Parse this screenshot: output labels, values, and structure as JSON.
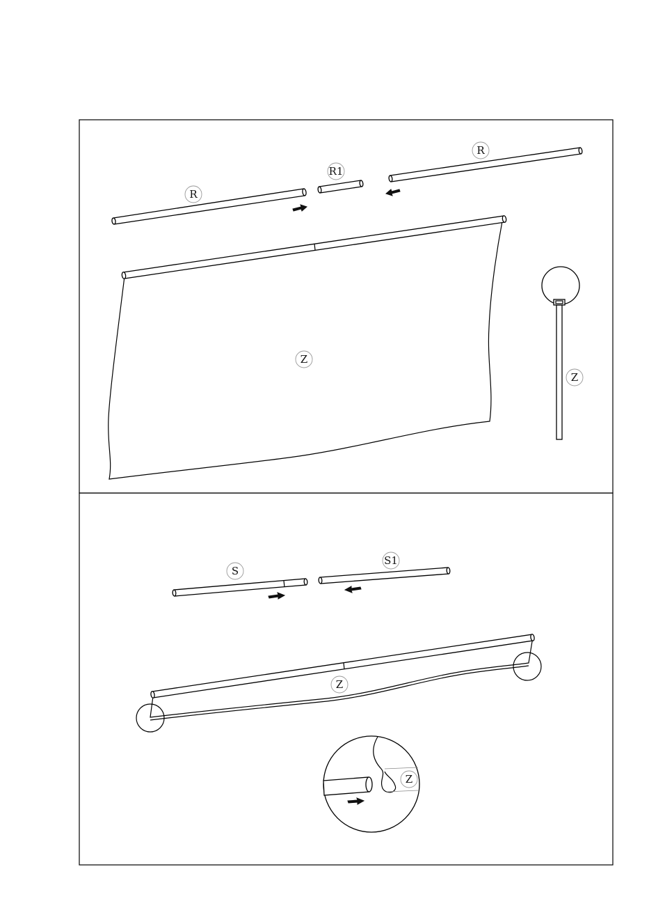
{
  "panel_top": {
    "labels": {
      "rod_left": "R",
      "rod_middle": "R1",
      "rod_right": "R",
      "fabric": "Z",
      "fabric_side": "Z"
    }
  },
  "panel_bottom": {
    "labels": {
      "rod_left": "S",
      "rod_right": "S1",
      "fabric": "Z",
      "detail": "Z"
    }
  },
  "colors": {
    "stroke": "#000000",
    "background": "#ffffff",
    "label_ring": "#999999"
  }
}
